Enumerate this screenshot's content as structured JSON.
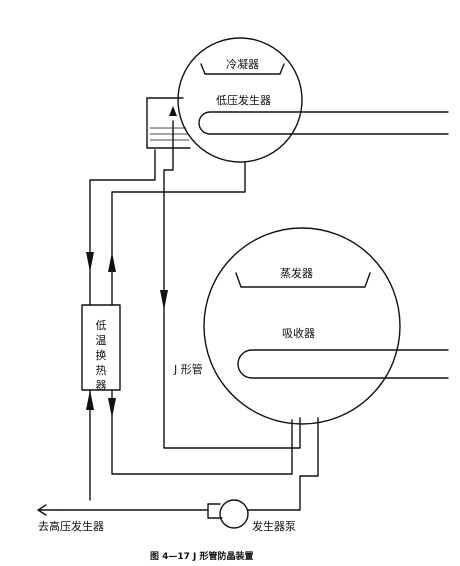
{
  "diagram": {
    "labels": {
      "condenser": "冷凝器",
      "low_pressure_generator": "低压发生器",
      "evaporator": "蒸发器",
      "absorber": "吸收器",
      "low_temp_heat_exchanger": "低温换热器",
      "j_tube": "J 形管",
      "to_high_pressure_generator": "去高压发生器",
      "generator_pump": "发生器泵"
    },
    "caption": "图 4—17   J 形管防晶装置"
  }
}
